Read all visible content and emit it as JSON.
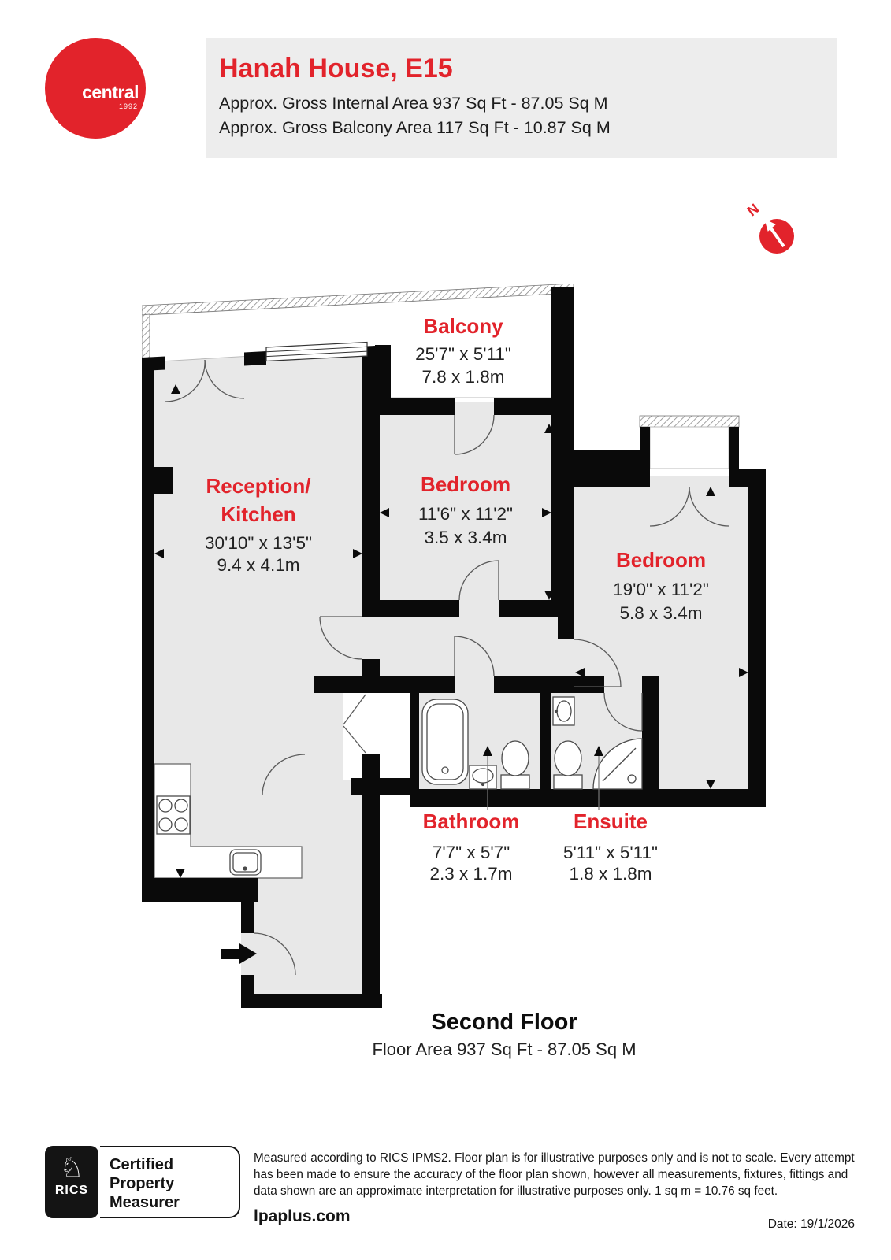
{
  "header": {
    "logo_brand": "central",
    "logo_year": "1992",
    "title": "Hanah House, E15",
    "area_line1": "Approx. Gross Internal Area 937 Sq Ft - 87.05 Sq M",
    "area_line2": "Approx. Gross Balcony Area 117 Sq Ft - 10.87 Sq M"
  },
  "compass": {
    "north_label": "N"
  },
  "rooms": {
    "balcony": {
      "name": "Balcony",
      "imperial": "25'7\" x 5'11\"",
      "metric": "7.8 x 1.8m"
    },
    "reception": {
      "name_line1": "Reception/",
      "name_line2": "Kitchen",
      "imperial": "30'10\" x 13'5\"",
      "metric": "9.4 x 4.1m"
    },
    "bedroom1": {
      "name": "Bedroom",
      "imperial": "11'6\" x 11'2\"",
      "metric": "3.5 x 3.4m"
    },
    "bedroom2": {
      "name": "Bedroom",
      "imperial": "19'0\" x 11'2\"",
      "metric": "5.8 x 3.4m"
    },
    "bathroom": {
      "name": "Bathroom",
      "imperial": "7'7\" x 5'7\"",
      "metric": "2.3 x 1.7m"
    },
    "ensuite": {
      "name": "Ensuite",
      "imperial": "5'11\" x 5'11\"",
      "metric": "1.8 x 1.8m"
    }
  },
  "floor": {
    "title": "Second Floor",
    "subtitle": "Floor Area 937 Sq Ft - 87.05 Sq M"
  },
  "footer": {
    "rics_label": "RICS",
    "badge_lines": [
      "Certified",
      "Property",
      "Measurer"
    ],
    "disclaimer": "Measured according to RICS IPMS2. Floor plan is for illustrative purposes only and is not to scale. Every attempt has been made to ensure the accuracy of the floor plan shown, however all measurements, fixtures, fittings and data shown are an approximate interpretation for illustrative purposes only. 1 sq m = 10.76 sq feet.",
    "website": "lpaplus.com",
    "date": "Date: 19/1/2026"
  },
  "colors": {
    "accent": "#e2232b",
    "wall": "#0a0a0a",
    "floor_fill": "#e8e8e8"
  }
}
